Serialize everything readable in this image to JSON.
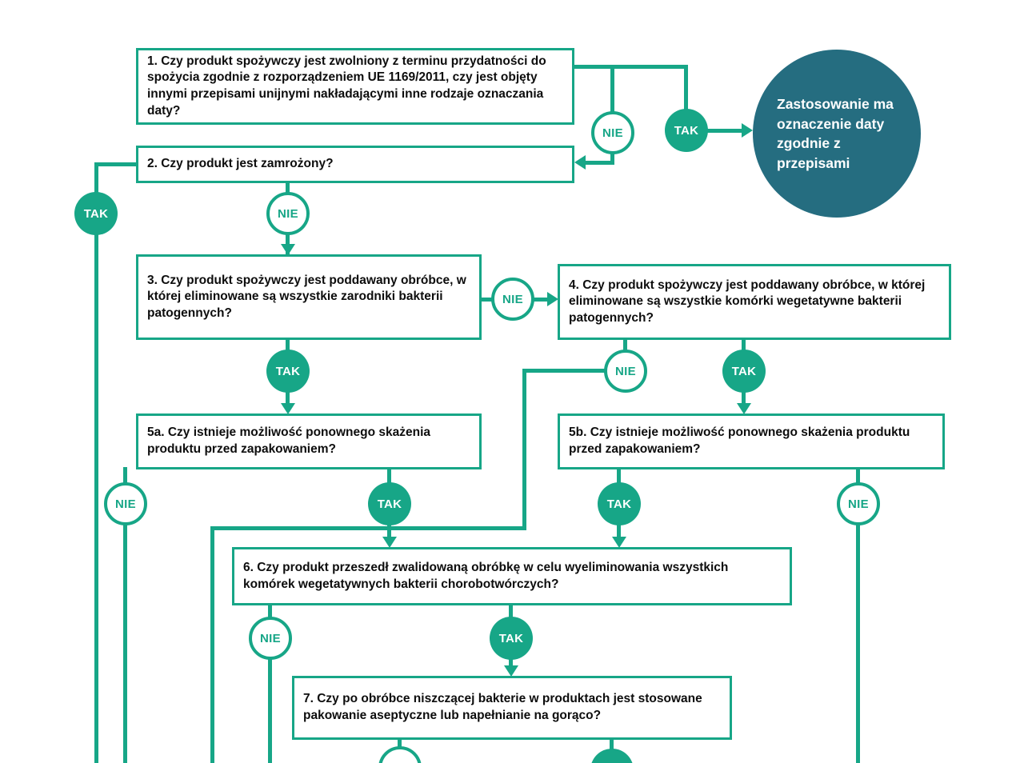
{
  "labels": {
    "yes": "TAK",
    "no": "NIE"
  },
  "colors": {
    "line": "#17a687",
    "terminal_fill": "#256d80",
    "text": "#0d0d0d"
  },
  "nodes": {
    "q1": {
      "text": "1. Czy produkt spożywczy jest zwolniony z terminu przydatności do spożycia zgodnie z rozporządzeniem UE 1169/2011, czy jest objęty innymi przepisami unijnymi nakładającymi inne rodzaje oznaczania daty?"
    },
    "q2": {
      "text": "2. Czy produkt jest zamrożony?"
    },
    "q3": {
      "text": "3. Czy produkt spożywczy jest poddawany obróbce, w której eliminowane są wszystkie zarodniki bakterii patogennych?"
    },
    "q4": {
      "text": "4. Czy produkt spożywczy jest poddawany obróbce, w której eliminowane są wszystkie komórki wegetatywne bakterii patogennych?"
    },
    "q5a": {
      "text": "5a. Czy istnieje możliwość ponownego skażenia produktu przed zapakowaniem?"
    },
    "q5b": {
      "text": "5b. Czy istnieje możliwość ponownego skażenia produktu przed zapakowaniem?"
    },
    "q6": {
      "text": "6. Czy produkt przeszedł zwalidowaną obróbkę w celu wyeliminowania wszystkich komórek wegetatywnych bakterii chorobotwórczych?"
    },
    "q7": {
      "text": "7. Czy po obróbce niszczącej bakterie w produktach jest stosowane pakowanie aseptyczne lub napełnianie na gorąco?"
    },
    "terminal": {
      "text": "Zastosowanie ma oznaczenie daty zgodnie z przepisami"
    }
  }
}
